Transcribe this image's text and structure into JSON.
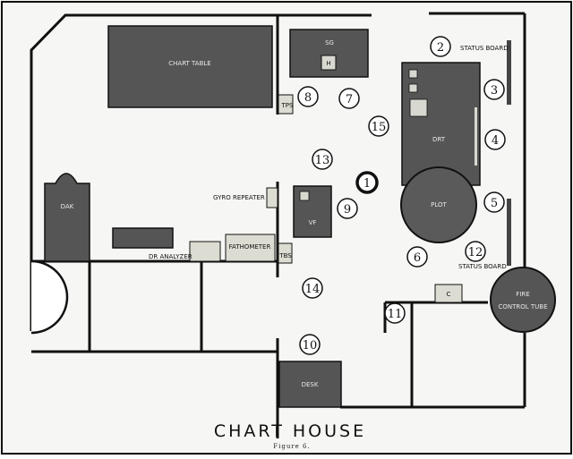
{
  "title": "CHART HOUSE",
  "caption": "Figure 6.",
  "labels": {
    "chart_table": "CHART TABLE",
    "sg": "SG",
    "sg_h": "H",
    "status_board_top": "STATUS BOARD",
    "status_board_bottom": "STATUS BOARD",
    "tps": "TPS",
    "drt": "DRT",
    "plot": "PLOT",
    "gyro_repeater": "GYRO REPEATER",
    "vf": "VF",
    "dak": "DAK",
    "dr_analyzer": "DR ANALYZER",
    "fathometer": "FATHOMETER",
    "tbs": "TBS",
    "fire_control_tube_1": "FIRE",
    "fire_control_tube_2": "CONTROL TUBE",
    "c": "C",
    "desk": "DESK"
  },
  "stations": [
    "1",
    "2",
    "3",
    "4",
    "5",
    "6",
    "7",
    "8",
    "9",
    "10",
    "11",
    "12",
    "13",
    "14",
    "15"
  ]
}
